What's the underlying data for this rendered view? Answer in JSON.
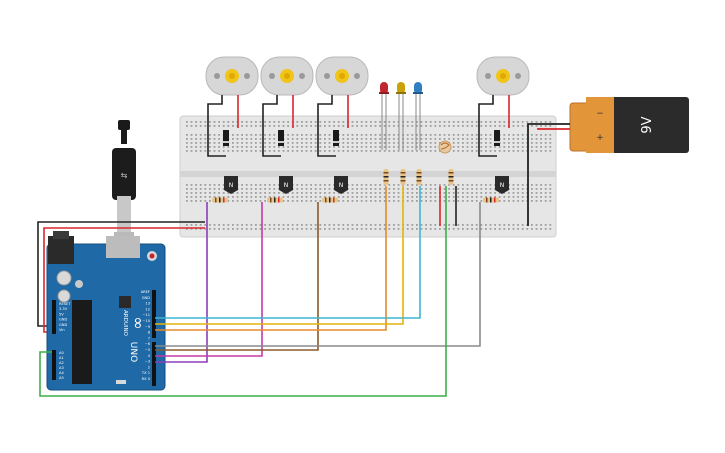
{
  "battery": {
    "voltage_label": "9V",
    "minus_sign": "−",
    "plus_sign": "+"
  },
  "arduino": {
    "brand": "ARDUINO",
    "model": "UNO",
    "power_pins": [
      "RESET",
      "3.3V",
      "5V",
      "GND",
      "GND",
      "Vin"
    ],
    "analog_pins": [
      "A0",
      "A1",
      "A2",
      "A3",
      "A4",
      "A5"
    ],
    "digital_pins": [
      "AREF",
      "GND",
      "13",
      "12",
      "~11",
      "~10",
      "~9",
      "8",
      "7",
      "~6",
      "~5",
      "4",
      "~3",
      "2",
      "TX 1",
      "RX 0"
    ]
  },
  "transistors": {
    "label": "N"
  },
  "colors": {
    "breadboard": "#e6e6e6",
    "arduino_blue": "#1f6aa6",
    "battery_body": "#e3953a",
    "battery_cap": "#2b2b2b",
    "wire_purple": "#8b3fb8",
    "wire_magenta": "#c43aa6",
    "wire_brown": "#8a5a2b",
    "wire_orange": "#e8892b",
    "wire_yellow": "#e4b40c",
    "wire_cyan": "#3fb6d0",
    "wire_gray": "#8a8a8a",
    "wire_green": "#3fae49",
    "wire_red": "#d9272e",
    "wire_black": "#222222"
  }
}
